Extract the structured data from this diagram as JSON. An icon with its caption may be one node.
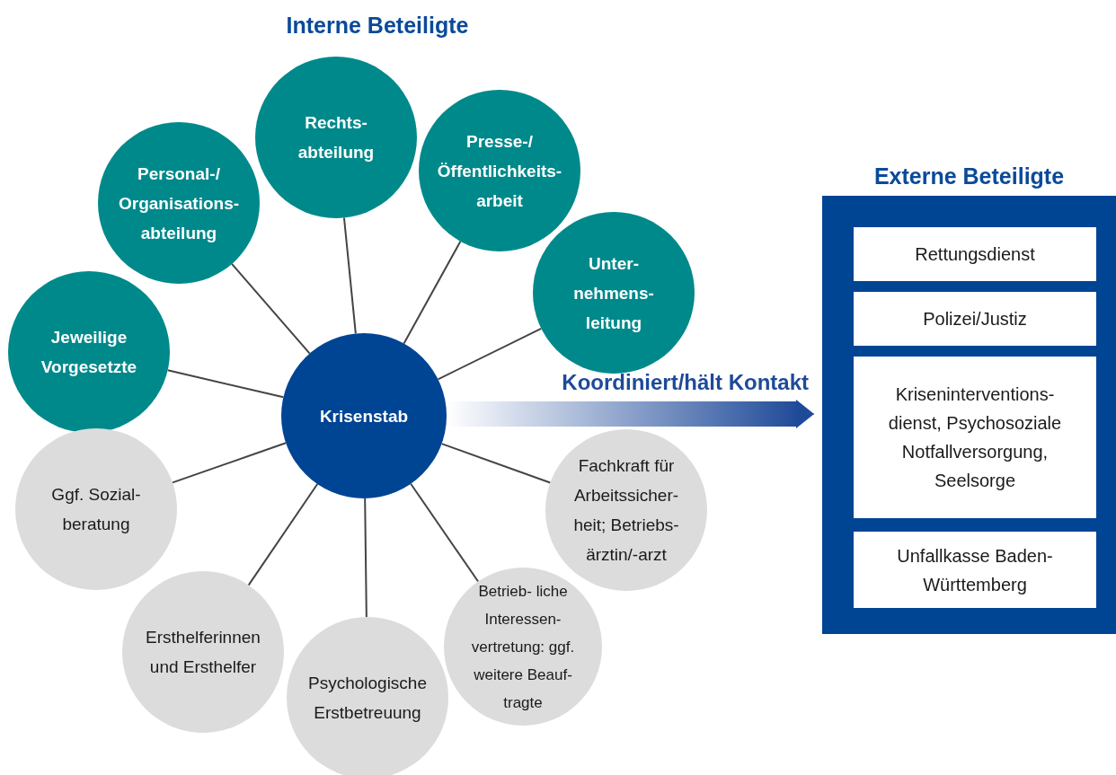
{
  "diagram": {
    "nodes": [
      {
        "text": [
          "Krisenstab"
        ]
      },
      {
        "text": [
          "Personal-/ Organisations- abteilung"
        ]
      },
      {
        "text": [
          "Rechts- abteilung"
        ]
      },
      {
        "text": [
          "Presse-/ Öffentlichkeits- arbeit"
        ]
      },
      {
        "text": [
          "Unter- nehmens- leitung"
        ]
      },
      {
        "text": [
          "Jeweilige Vorgesetzte"
        ]
      },
      {
        "text": [
          "Ggf. Sozial- beratung"
        ]
      },
      {
        "text": [
          "Fachkraft für Arbeitssicher- heit; Betriebs- ärztin/-arzt"
        ]
      },
      {
        "text": [
          "Ersthelferinnen und Ersthelfer"
        ]
      },
      {
        "text": [
          "Betrieb- liche Interessen- vertretung: ggf. weitere Beauf- tragte"
        ]
      },
      {
        "text": [
          "Psychologische Erstbetreuung"
        ]
      },
      {
        "text": [
          "Externe Beteiligte"
        ]
      },
      {
        "text": [
          "Rettungsdienst"
        ],
        "in": 11
      },
      {
        "text": [
          "Polizei/Justiz"
        ],
        "in": 11
      },
      {
        "text": [
          "Kriseninterventions- dienst, Psychosoziale Notfallversorgung, Seelsorge"
        ],
        "in": 11
      },
      {
        "text": [
          "Unfallkasse Baden-Württemberg"
        ],
        "in": 11
      }
    ],
    "edges": [
      {
        "from": 0,
        "to": 1,
        "arrow": "none"
      },
      {
        "from": 0,
        "to": 2,
        "arrow": "none"
      },
      {
        "from": 0,
        "to": 3,
        "arrow": "none"
      },
      {
        "from": 0,
        "to": 4,
        "arrow": "none"
      },
      {
        "from": 0,
        "to": 5,
        "arrow": "none"
      },
      {
        "from": 0,
        "to": 6,
        "arrow": "none"
      },
      {
        "from": 0,
        "to": 7,
        "arrow": "none"
      },
      {
        "from": 0,
        "to": 8,
        "arrow": "none"
      },
      {
        "from": 0,
        "to": 9,
        "arrow": "none"
      },
      {
        "from": 0,
        "to": 10,
        "arrow": "none"
      },
      {
        "from": 0,
        "to": 11,
        "arrow": "to",
        "label": "Koordiniert/hält Kontakt",
        "style": "thick",
        "color": "#1f4a99"
      }
    ],
    "labels": [
      "Interne Beteiligte"
    ]
  }
}
